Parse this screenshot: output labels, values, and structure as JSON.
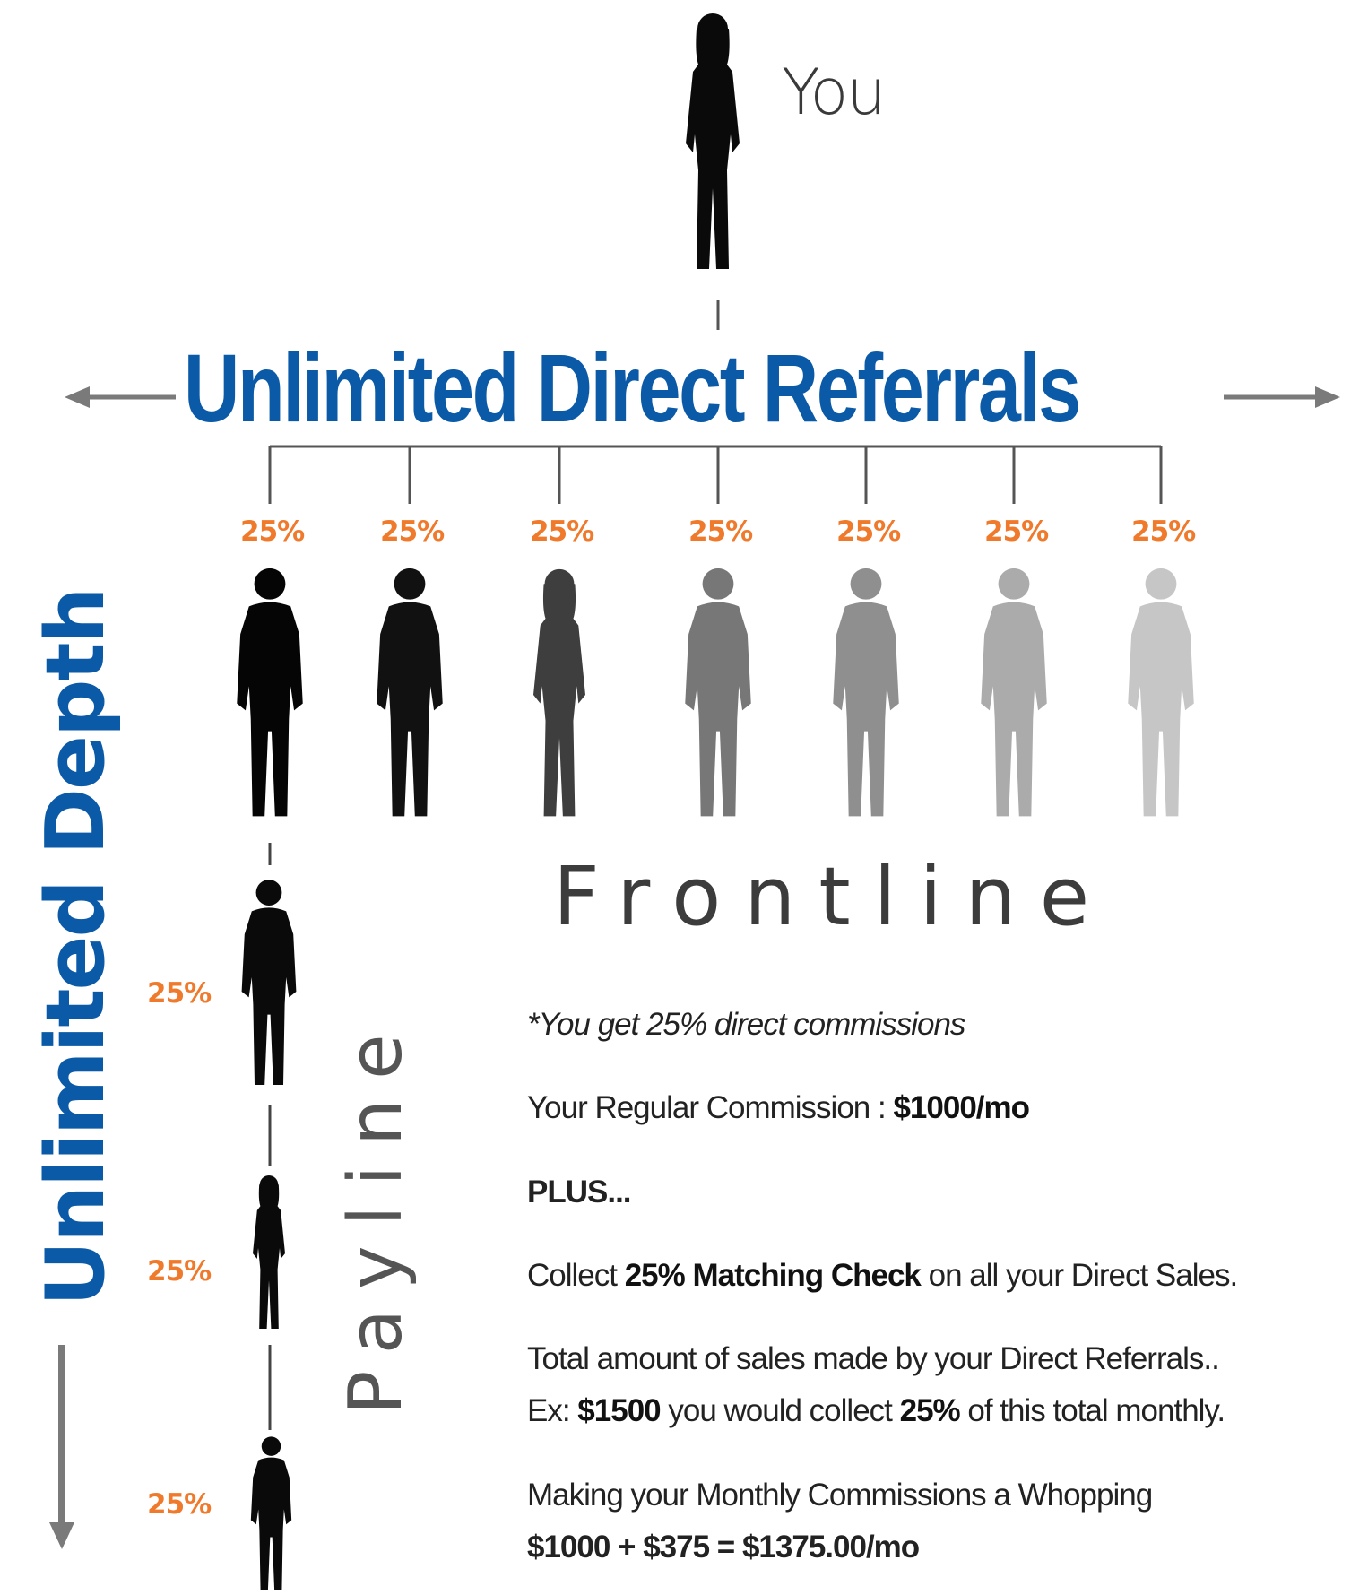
{
  "top": {
    "label": "You"
  },
  "headline": "Unlimited Direct Referrals",
  "frontline": {
    "label": "Frontline",
    "percents": [
      "25%",
      "25%",
      "25%",
      "25%",
      "25%",
      "25%",
      "25%"
    ],
    "shades": [
      "#050505",
      "#111111",
      "#3e3e3e",
      "#777777",
      "#8f8f8f",
      "#ababab",
      "#c6c6c6"
    ]
  },
  "depth": {
    "label": "Unlimited Depth",
    "payline_label": "Payline",
    "percents": [
      "25%",
      "25%",
      "25%"
    ]
  },
  "info": {
    "line1": "*You get 25% direct commissions",
    "line2_prefix": "Your Regular Commission : ",
    "line2_value": "$1000/mo",
    "line3": "PLUS...",
    "line4_pre": "Collect ",
    "line4_bold": "25% Matching Check",
    "line4_post": " on all your Direct Sales.",
    "line5": "Total amount of sales made by your Direct Referrals..",
    "line6_pre": "Ex: ",
    "line6_amount": "$1500",
    "line6_mid": " you would collect ",
    "line6_pct": "25%",
    "line6_post": " of this total monthly.",
    "line7": "Making your Monthly Commissions a Whopping",
    "line8": "$1000 + $375 = $1375.00/mo"
  },
  "colors": {
    "brand_blue": "#0b5aa8",
    "orange": "#f07a2c",
    "arrow_gray": "#7a7a7a"
  }
}
